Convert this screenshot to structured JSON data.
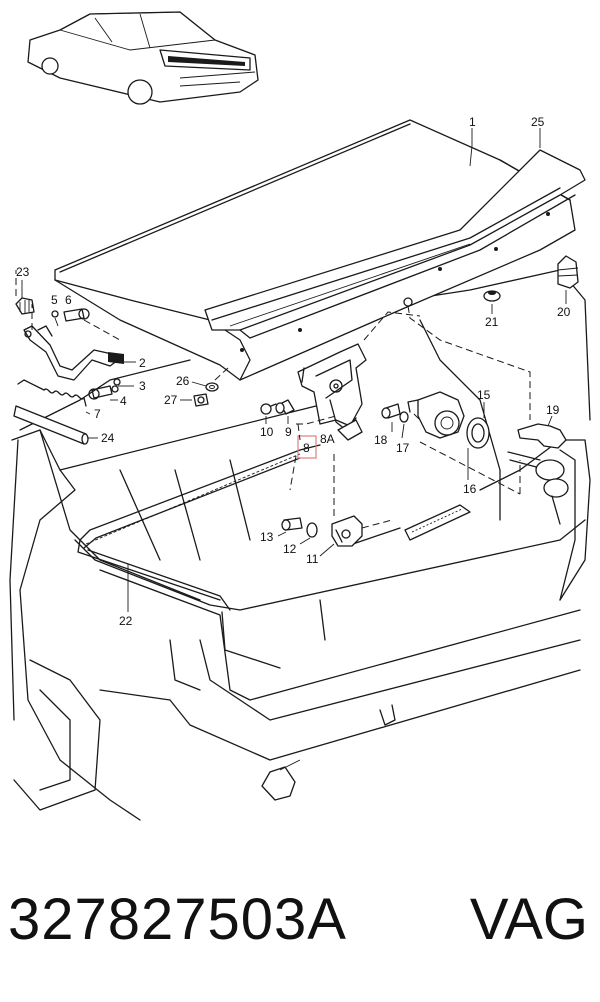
{
  "callouts": {
    "c1": "1",
    "c2": "2",
    "c3": "3",
    "c4": "4",
    "c5": "5",
    "c6": "6",
    "c7": "7",
    "c8": "8",
    "c8a": "8A",
    "c9": "9",
    "c10": "10",
    "c11": "11",
    "c12": "12",
    "c13": "13",
    "c15": "15",
    "c16": "16",
    "c17": "17",
    "c18": "18",
    "c19": "19",
    "c20": "20",
    "c21": "21",
    "c22": "22",
    "c23": "23",
    "c24": "24",
    "c25": "25",
    "c26": "26",
    "c27": "27"
  },
  "highlight_color": "#e08080",
  "footer": {
    "part_number": "327827503A",
    "brand": "VAG"
  }
}
